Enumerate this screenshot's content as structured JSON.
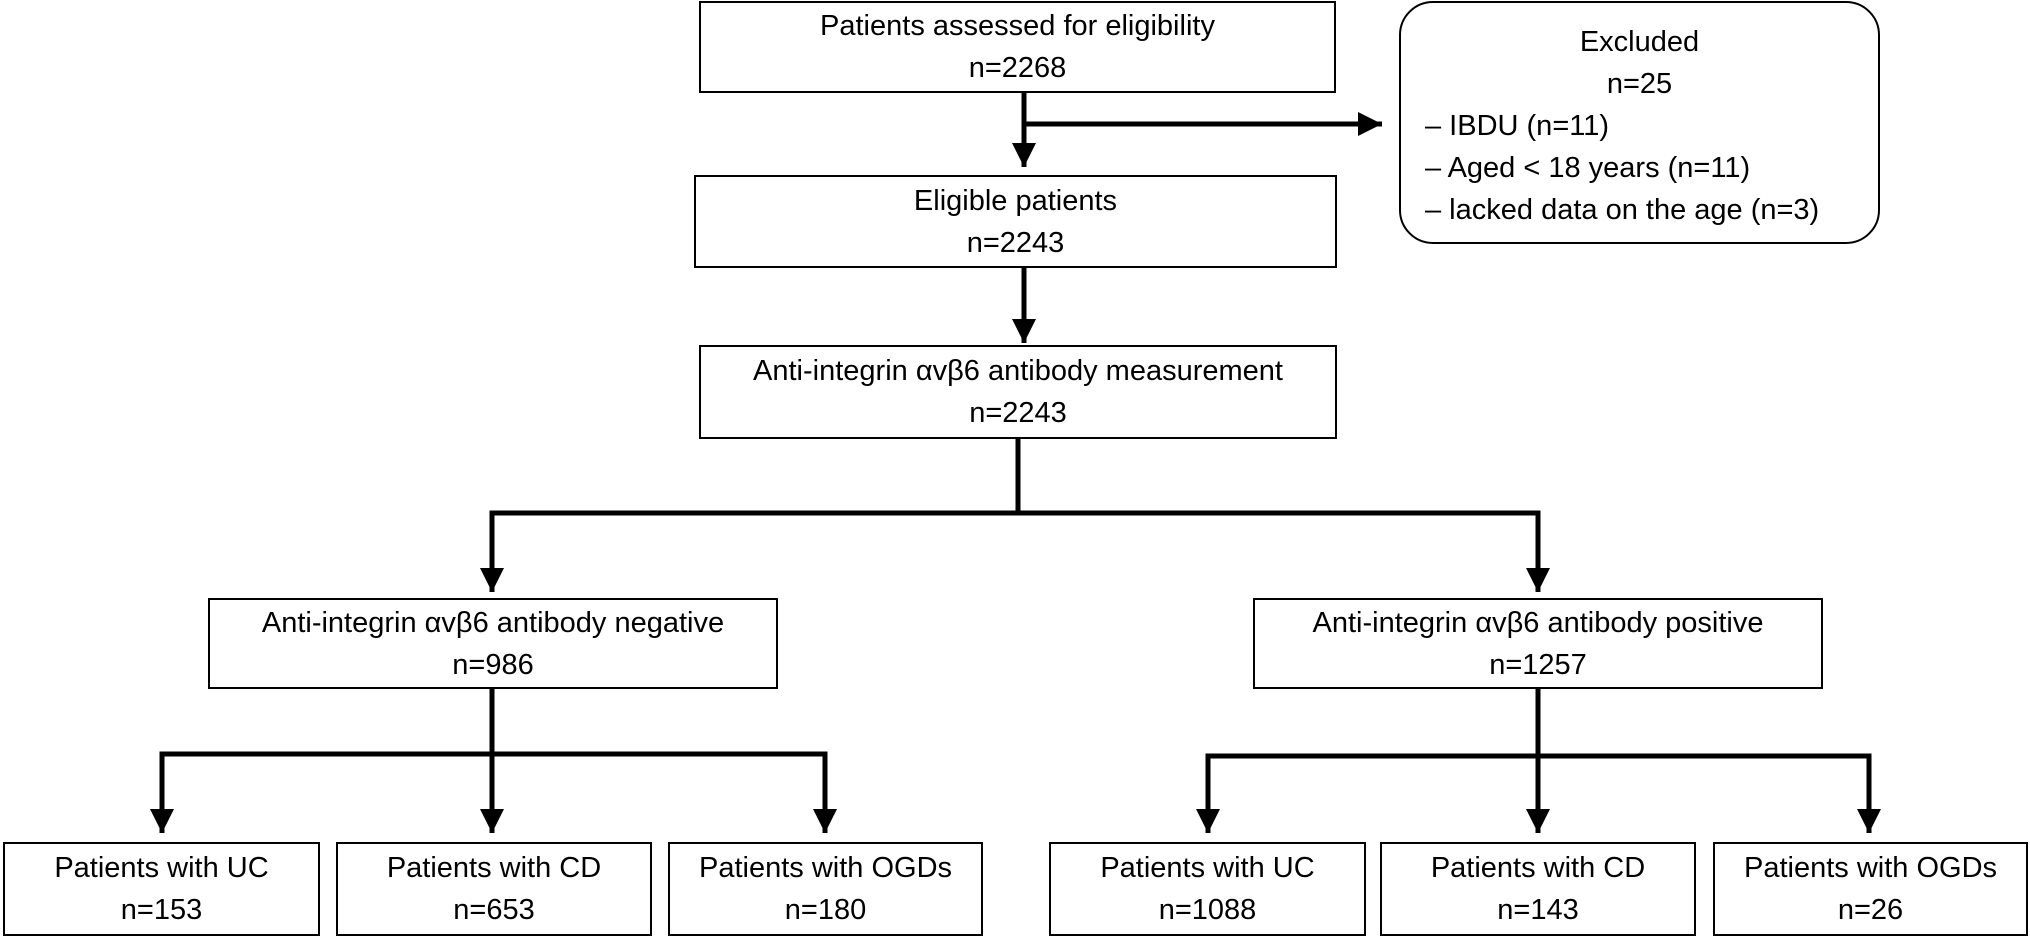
{
  "assessed": {
    "title": "Patients assessed for eligibility",
    "n": "n=2268"
  },
  "excluded": {
    "title": "Excluded",
    "n": "n=25",
    "items": [
      "– IBDU (n=11)",
      "– Aged < 18 years (n=11)",
      "– lacked data on the age (n=3)"
    ]
  },
  "eligible": {
    "title": "Eligible patients",
    "n": "n=2243"
  },
  "measurement": {
    "title": "Anti-integrin αvβ6 antibody measurement",
    "n": "n=2243"
  },
  "negative": {
    "title": "Anti-integrin αvβ6 antibody negative",
    "n": "n=986",
    "groups": [
      {
        "title": "Patients with UC",
        "n": "n=153"
      },
      {
        "title": "Patients with CD",
        "n": "n=653"
      },
      {
        "title": "Patients with OGDs",
        "n": "n=180"
      }
    ]
  },
  "positive": {
    "title": "Anti-integrin αvβ6 antibody positive",
    "n": "n=1257",
    "groups": [
      {
        "title": "Patients with UC",
        "n": "n=1088"
      },
      {
        "title": "Patients with CD",
        "n": "n=143"
      },
      {
        "title": "Patients with OGDs",
        "n": "n=26"
      }
    ]
  }
}
